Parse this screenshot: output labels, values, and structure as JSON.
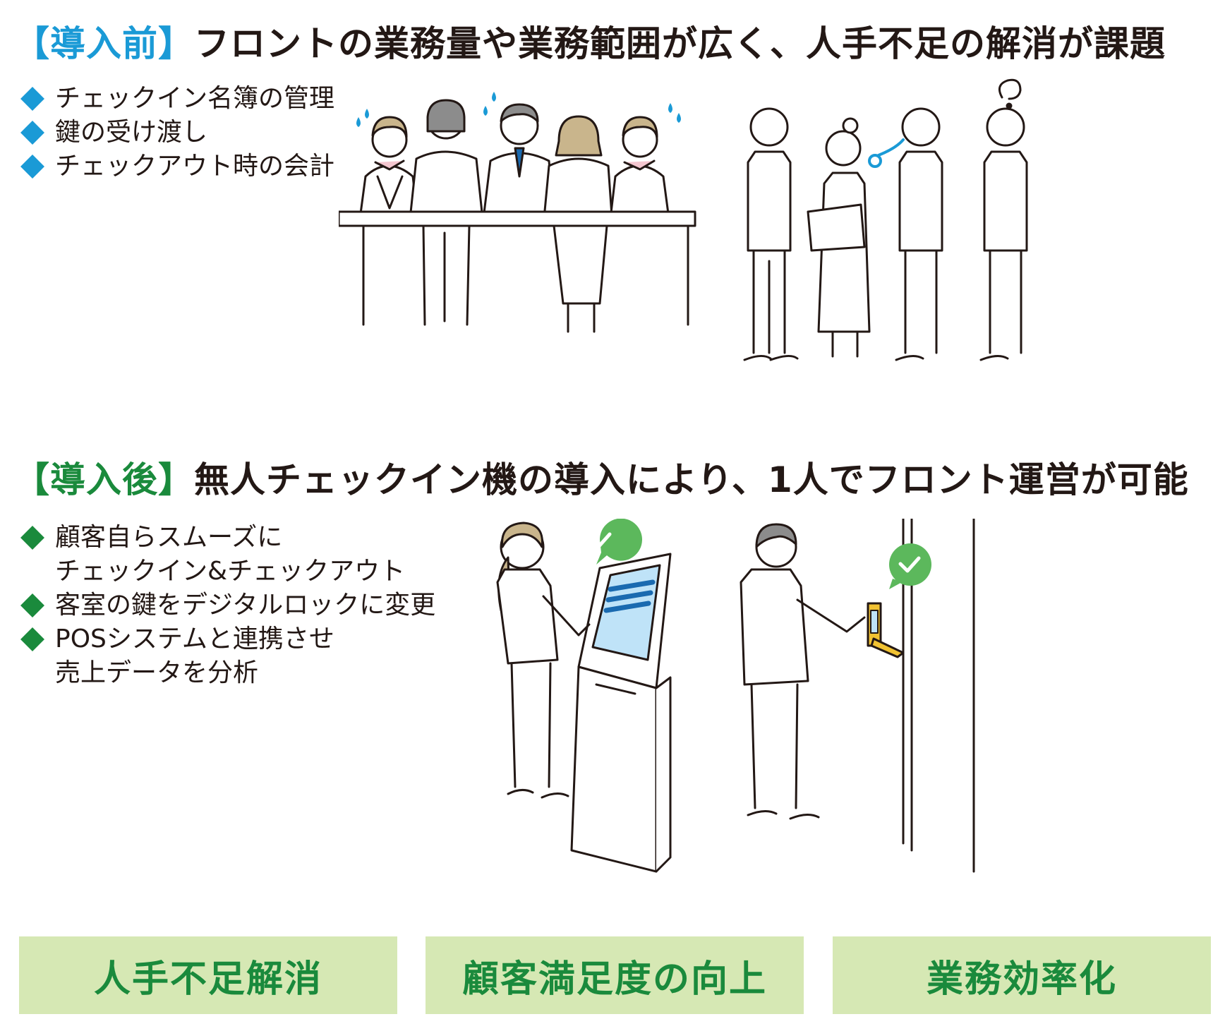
{
  "colors": {
    "before_accent": "#1a9ad6",
    "after_accent": "#1a8a3c",
    "result_box_bg": "#d6e8b4",
    "result_text": "#1a8a3c",
    "sweat": "#1a9ad6",
    "check_bubble": "#5cb85c"
  },
  "before": {
    "label": "【導入前】",
    "title": "フロントの業務量や業務範囲が広く、人手不足の解消が課題",
    "bullets": [
      "チェックイン名簿の管理",
      "鍵の受け渡し",
      "チェックアウト時の会計"
    ]
  },
  "after": {
    "label": "【導入後】",
    "title": "無人チェックイン機の導入により、1人でフロント運営が可能",
    "bullets": [
      {
        "line1": "顧客自らスムーズに",
        "line2": "チェックイン&チェックアウト"
      },
      {
        "line1": "客室の鍵をデジタルロックに変更",
        "line2": ""
      },
      {
        "line1": "POSシステムと連携させ",
        "line2": "売上データを分析"
      }
    ]
  },
  "results": [
    "人手不足解消",
    "顧客満足度の向上",
    "業務効率化"
  ],
  "icons": {
    "bullet": "diamond-icon",
    "check": "check-bubble-icon",
    "sweat": "sweat-drop-icon",
    "confused": "squiggle-icon",
    "sigh": "sigh-icon"
  }
}
